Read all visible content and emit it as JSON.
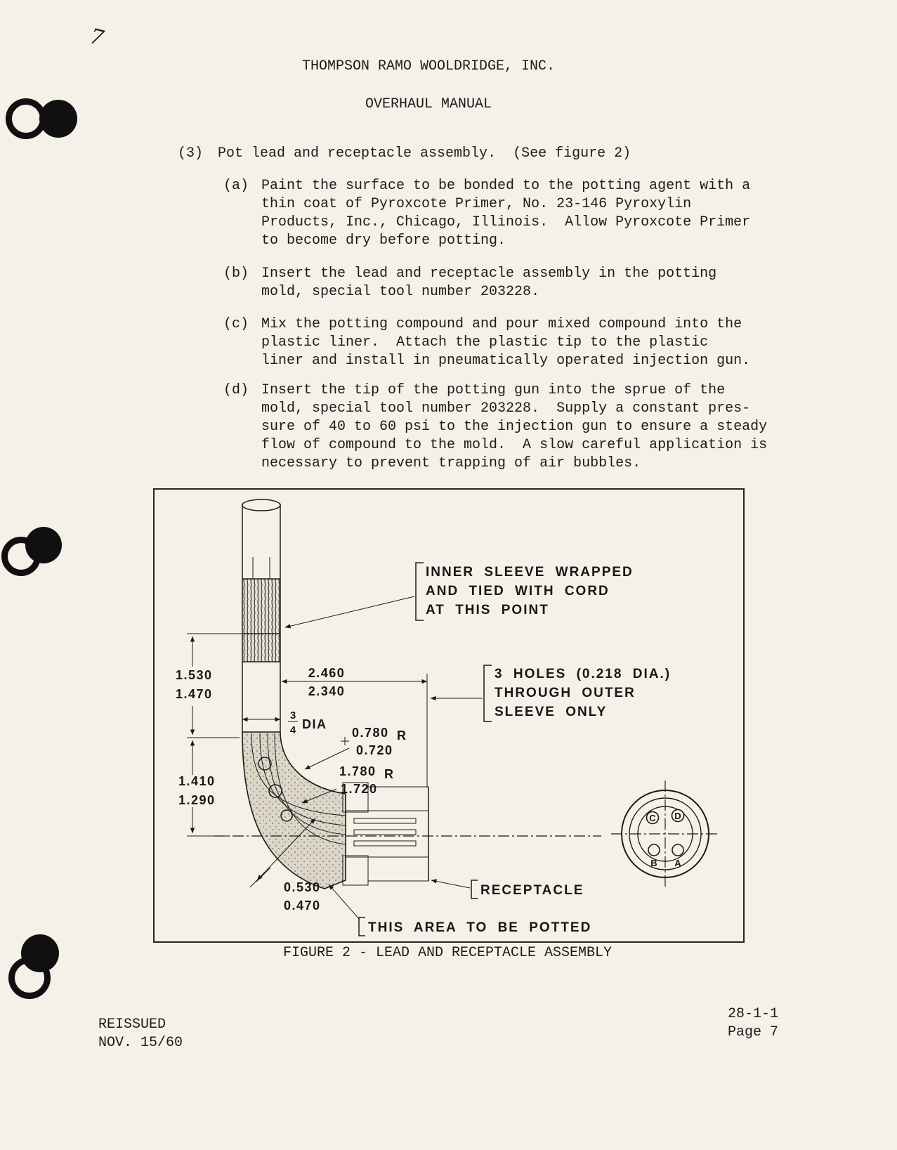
{
  "page": {
    "scan": {
      "handwritten_mark": "7"
    },
    "header": {
      "company": "THOMPSON RAMO WOOLDRIDGE, INC.",
      "manual_title": "OVERHAUL MANUAL"
    },
    "section": {
      "number": "(3)",
      "title": "Pot lead and receptacle assembly.  (See figure 2)"
    },
    "steps": [
      {
        "label": "(a)",
        "text": "Paint the surface to be bonded to the potting agent with a\nthin coat of Pyroxcote Primer, No. 23-146 Pyroxylin\nProducts, Inc., Chicago, Illinois.  Allow Pyroxcote Primer\nto become dry before potting."
      },
      {
        "label": "(b)",
        "text": "Insert the lead and receptacle assembly in the potting\nmold, special tool number 203228."
      },
      {
        "label": "(c)",
        "text": "Mix the potting compound and pour mixed compound into the\nplastic liner.  Attach the plastic tip to the plastic\nliner and install in pneumatically operated injection gun."
      },
      {
        "label": "(d)",
        "text": "Insert the tip of the potting gun into the sprue of the\nmold, special tool number 203228.  Supply a constant pres-\nsure of 40 to 60 psi to the injection gun to ensure a steady\nflow of compound to the mold.  A slow careful application is\nnecessary to prevent trapping of air bubbles."
      }
    ],
    "figure": {
      "caption": "FIGURE 2 - LEAD AND RECEPTACLE ASSEMBLY",
      "callouts": {
        "inner_sleeve_line1": "INNER SLEEVE WRAPPED",
        "inner_sleeve_line2": "AND TIED WITH CORD",
        "inner_sleeve_line3": "AT THIS POINT",
        "holes_line1": "3 HOLES (0.218 DIA.)",
        "holes_line2": "THROUGH OUTER",
        "holes_line3": "SLEEVE ONLY",
        "receptacle": "RECEPTACLE",
        "potted_area": "THIS AREA TO BE POTTED"
      },
      "dimensions": {
        "outer_len_max": "2.460",
        "outer_len_min": "2.340",
        "left_upper_max": "1.530",
        "left_upper_min": "1.470",
        "left_lower_max": "1.410",
        "left_lower_min": "1.290",
        "dia_numerator": "3",
        "dia_denominator": "4",
        "dia_label": "DIA",
        "radius_small_max": "0.780",
        "radius_small_min": "0.720",
        "radius_suffix": "R",
        "radius_large_max": "1.780",
        "radius_large_min": "1.720",
        "diag_max": "0.530",
        "diag_min": "0.470"
      },
      "connector_pins": {
        "c": "C",
        "d": "D",
        "b": "B",
        "a": "A"
      }
    },
    "footer": {
      "left": "REISSUED\nNOV. 15/60",
      "right": "28-1-1\nPage 7"
    }
  }
}
